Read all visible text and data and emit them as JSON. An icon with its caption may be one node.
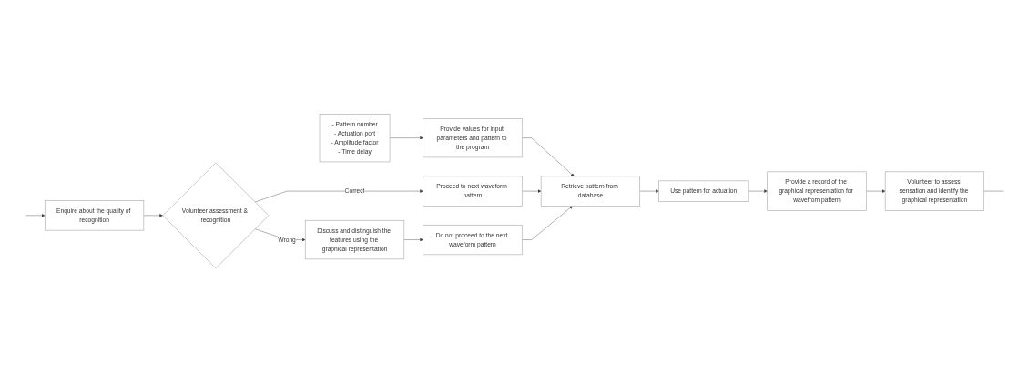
{
  "diagram": {
    "nodes": [
      {
        "text": [
          "Provide values for input parameters and pattern to the program"
        ]
      },
      {
        "text": [
          "Retrieve pattern from database"
        ]
      },
      {
        "text": [
          "Use pattern for actuation"
        ]
      },
      {
        "text": [
          "Provide a record of the graphical representation for wavefrom pattern"
        ]
      },
      {
        "text": [
          "Volunteer to assess sensation and identify the graphical representation"
        ]
      },
      {
        "text": [
          "- Pattern number",
          "- Actuation port",
          "- Amplitude factor",
          "- Time delay"
        ]
      },
      {
        "text": [
          "Proceed to next waveform pattern"
        ]
      },
      {
        "text": [
          "Volunteer assessment & recognition"
        ]
      },
      {
        "text": [
          "Enquire about the quality of recognition"
        ]
      },
      {
        "text": [
          "Do not proceed to the next waveform pattern"
        ]
      },
      {
        "text": [
          "Discuss and distinguish the features using the graphical representation"
        ]
      }
    ],
    "edges": [
      {
        "from": 5,
        "to": 0,
        "arrow": "to"
      },
      {
        "from": 0,
        "to": 1,
        "arrow": "to"
      },
      {
        "from": 1,
        "to": 2,
        "arrow": "to"
      },
      {
        "from": 2,
        "to": 3,
        "arrow": "to"
      },
      {
        "from": 3,
        "to": 4,
        "arrow": "to"
      },
      {
        "from": 4,
        "to": null,
        "arrow": "none"
      },
      {
        "from": null,
        "to": 8,
        "arrow": "to"
      },
      {
        "from": 8,
        "to": 7,
        "arrow": "to"
      },
      {
        "from": 7,
        "to": 6,
        "label": "Correct",
        "arrow": "to"
      },
      {
        "from": 7,
        "to": 10,
        "label": "Wrong",
        "arrow": "to"
      },
      {
        "from": 10,
        "to": 9,
        "arrow": "to"
      },
      {
        "from": 6,
        "to": 1,
        "arrow": "to"
      },
      {
        "from": 9,
        "to": 1,
        "arrow": "to"
      }
    ]
  }
}
